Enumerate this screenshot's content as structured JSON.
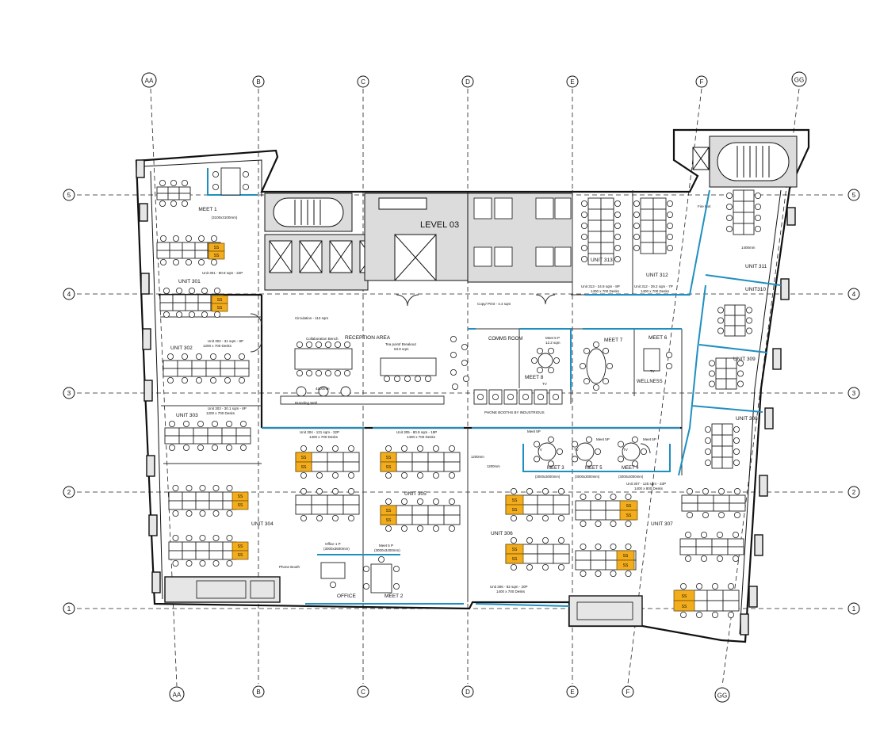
{
  "gridColumns": [
    "AA",
    "B",
    "C",
    "D",
    "E",
    "F",
    "GG"
  ],
  "gridRows": [
    "5",
    "4",
    "3",
    "2",
    "1"
  ],
  "level": "LEVEL 03",
  "rooms": {
    "meet1": "MEET 1",
    "meet1Size": "(3100x3100mm)",
    "unit301": "UNIT 301",
    "unit301Info": "Unit 301 - 80.8 sqm - 22P",
    "unit302": "UNIT 302",
    "unit302Info": "Unit 302 - 31 sqm - 8P",
    "unit302Desks": "1200 x 700 Desks",
    "unit303": "UNIT 303",
    "unit303Info": "Unit 303 - 30.1 sqm - 8P",
    "unit303Desks": "1200 x 700 Desks",
    "unit304": "UNIT 304",
    "unit304Info": "Unit 304 - 121 sqm - 32P",
    "unit304Desks": "1400 x 700 Desks",
    "unit305": "UNIT 305",
    "unit305Info": "Unit 305 - 80.9 sqm - 19P",
    "unit305Desks": "1400 x 700 Desks",
    "unit306": "UNIT 306",
    "unit306Info": "Unit 306 - 82 sqm - 20P",
    "unit306Desks": "1400 x 700 Desks",
    "unit307": "UNIT 307",
    "unit307Info": "Unit 307 - 125 sqm - 33P",
    "unit307Desks": "1400 x 800 Desks",
    "unit308": "UNIT 308",
    "unit309": "UNIT 309",
    "unit310": "UNIT310",
    "unit311": "UNIT 311",
    "unit312": "UNIT 312",
    "unit312Info": "Unit 312 - 29.2 sqm - 7P",
    "unit312Desks": "1400 x 700 Desks",
    "unit313": "UNIT 313",
    "unit313Info": "Unit 313 - 24.9 sqm - 8P",
    "unit313Desks": "1400 x 700 Desks",
    "circulation": "Circulation - 113 sqm",
    "reception": "RECEPTION AREA",
    "collabBench": "Collaboration Bench",
    "benchLen": "4200mm",
    "teaPoint": "Tea point/ Breakout",
    "teaArea": "63.8 sqm",
    "brandingWall": "Branding Wall",
    "copyPrint": "Copy/ Print - 4.4 sqm",
    "commsRoom": "COMMS ROOM",
    "meet5p": "Meet 5 P",
    "meet5pArea": "12.2 sqm",
    "meet6": "MEET 6",
    "meet7": "MEET 7",
    "meet8": "MEET 8",
    "meet3": "MEET 3",
    "meet4": "MEET 4",
    "meet5": "MEET 5",
    "meetSize": "(3000x3000mm)",
    "meetLbl": "Meet 5P",
    "wellness": "WELLNESS",
    "phoneBooths": "PHONE BOOTHS BY INDUSTRIOUS",
    "office": "OFFICE",
    "office1p": "Office 1 P",
    "officeSize": "(3000x3600mm)",
    "meet2": "MEET 2",
    "meet2Label": "Meet 5 P",
    "meet2Size": "(3000x3400mm)",
    "phoneBooth": "Phone Booth",
    "fireExit": "Fire Exit",
    "ss": "SS",
    "tv": "TV",
    "d1400": "1400mm",
    "d1200a": "1200mm",
    "d1200b": "1200mm"
  }
}
